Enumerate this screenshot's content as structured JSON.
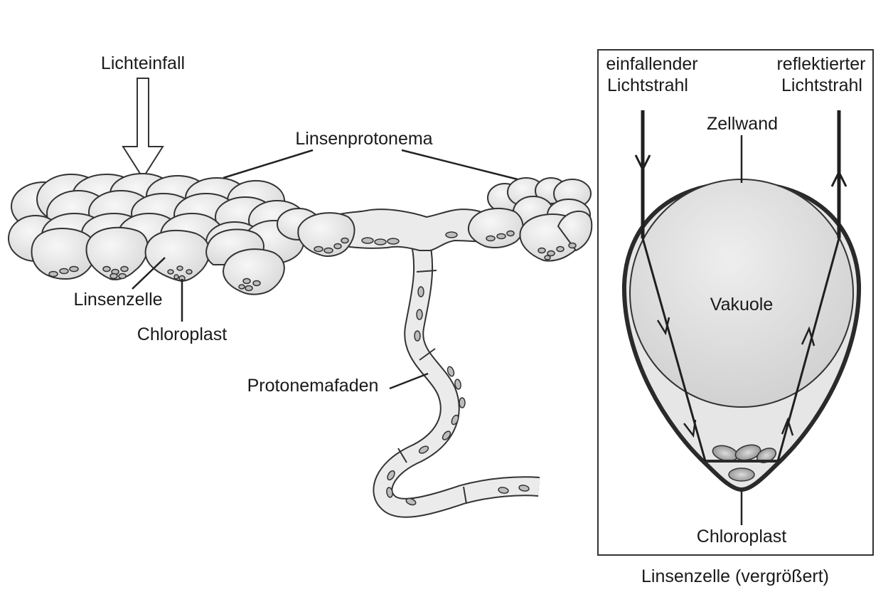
{
  "left_panel": {
    "light_label": "Lichteinfall",
    "protonema_label": "Linsenprotonema",
    "lens_cell_label": "Linsenzelle",
    "chloroplast_label": "Chloroplast",
    "filament_label": "Protonemafaden"
  },
  "right_panel": {
    "incident_line1": "einfallender",
    "incident_line2": "Lichtstrahl",
    "reflected_line1": "reflektierter",
    "reflected_line2": "Lichtstrahl",
    "cell_wall_label": "Zellwand",
    "vacuole_label": "Vakuole",
    "chloroplast_label": "Chloroplast",
    "caption": "Linsenzelle (vergrößert)"
  },
  "colors": {
    "cell_fill": "#ececec",
    "cell_stroke": "#333333",
    "chloroplast_fill": "#9a9a9a",
    "vacuole_fill": "#dadada",
    "background": "#ffffff"
  }
}
